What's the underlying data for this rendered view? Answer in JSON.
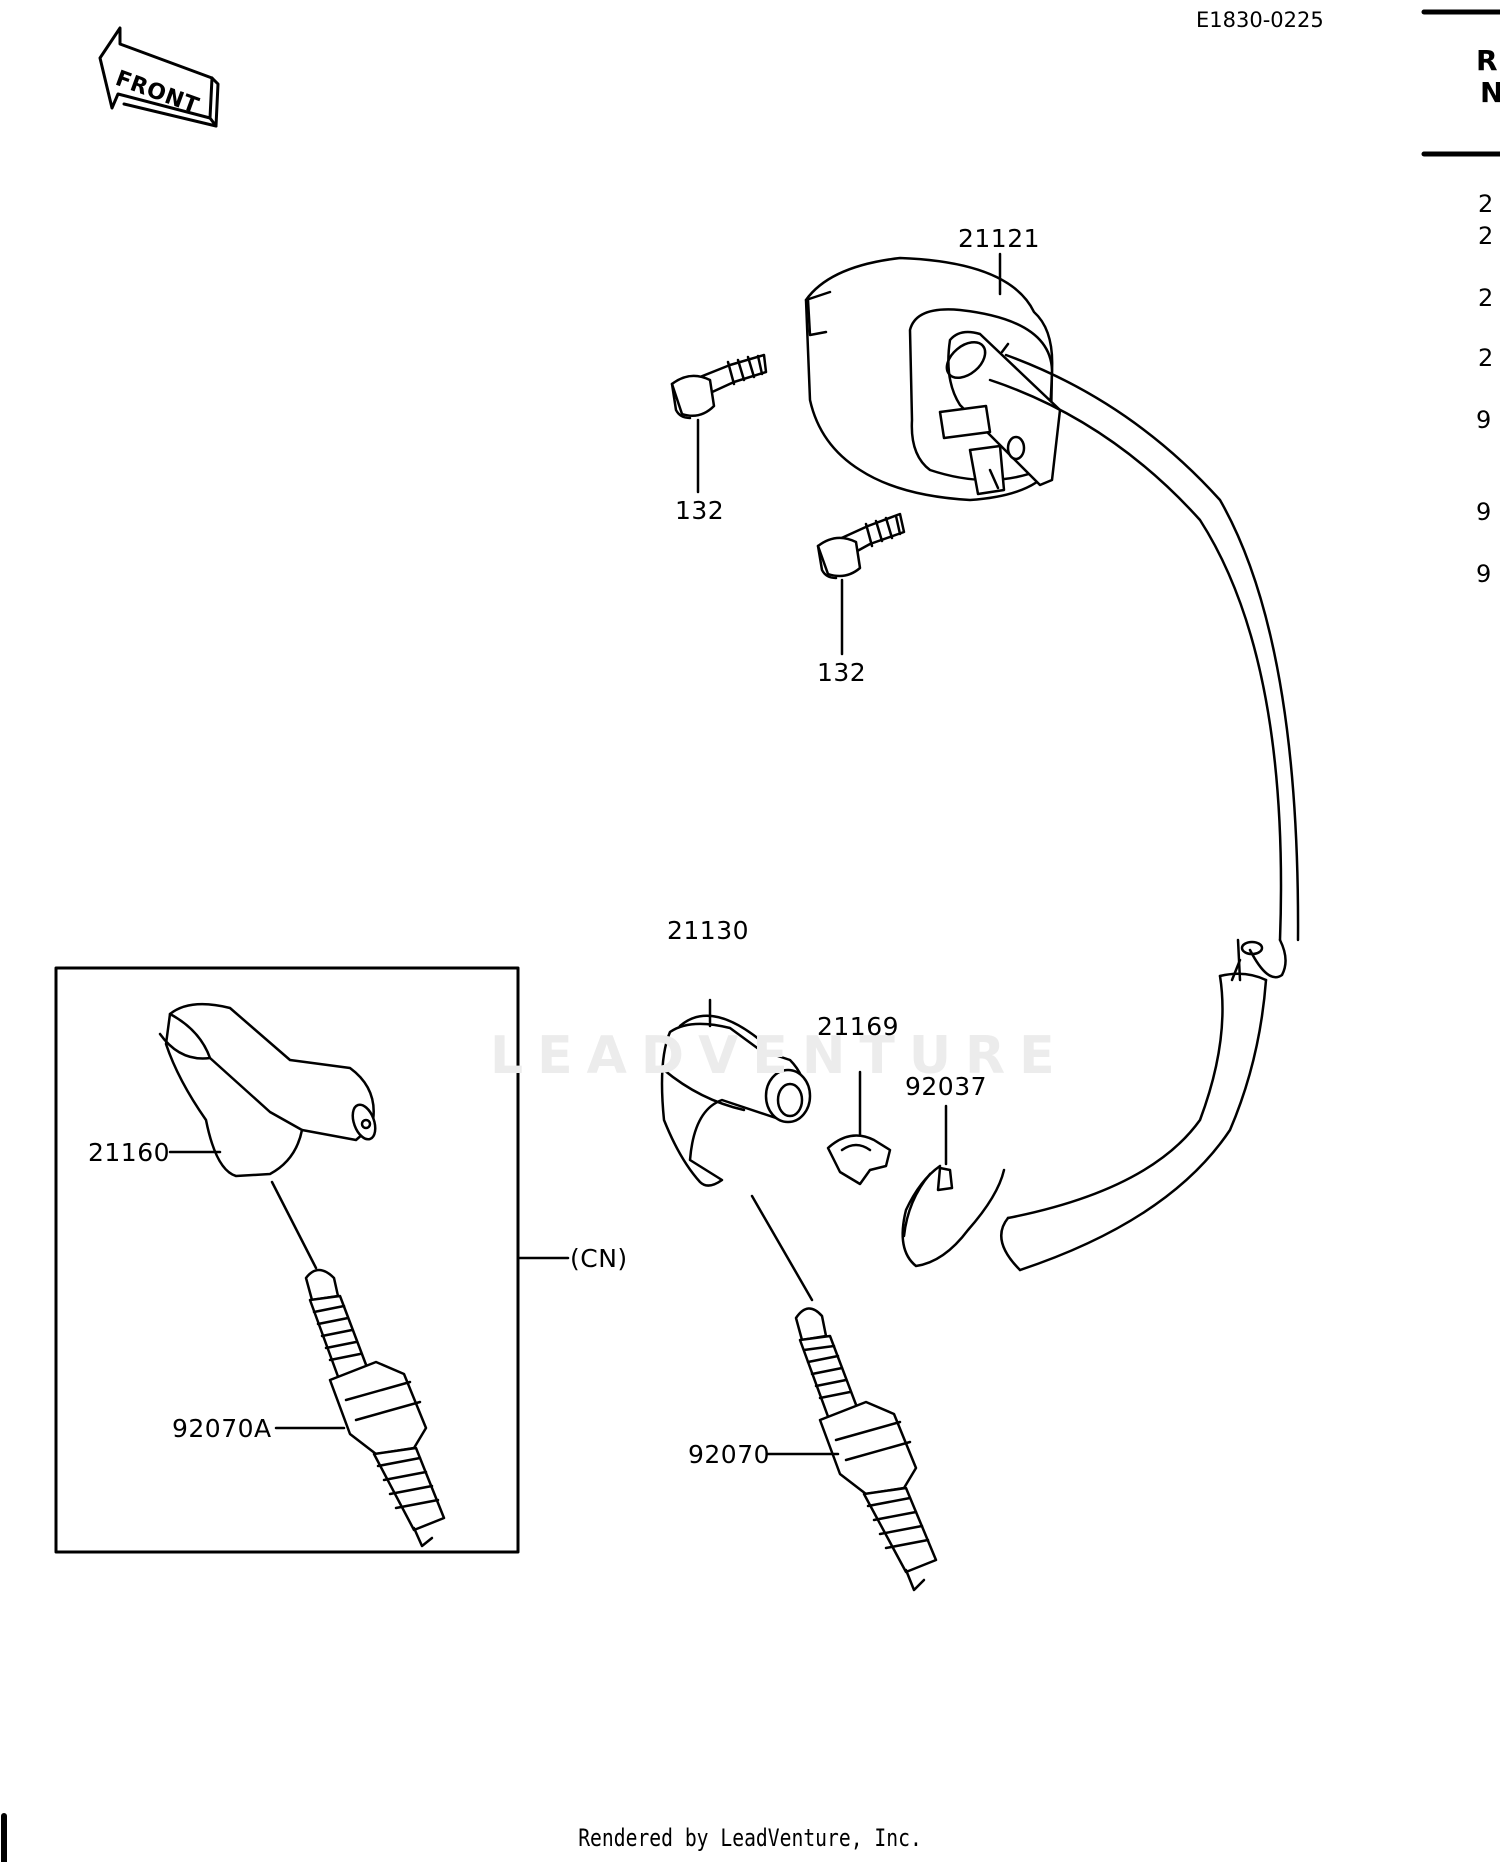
{
  "diagram_code": "E1830-0225",
  "front_label": "FRONT",
  "watermark": "LEADVENTURE",
  "footer": "Rendered by LeadVenture, Inc.",
  "region_note": "(CN)",
  "parts": {
    "ignition_coil": "21121",
    "bolt_upper": "132",
    "bolt_lower": "132",
    "plug_cap": "21130",
    "plug_cap_cn": "21160",
    "clamp": "21169",
    "band": "92037",
    "spark_plug": "92070",
    "spark_plug_cn": "92070A"
  },
  "sidebar": {
    "header_line1": "R",
    "header_line2": "N",
    "rows": [
      "2",
      "2",
      "2",
      "2",
      "9",
      "9",
      "9"
    ]
  }
}
